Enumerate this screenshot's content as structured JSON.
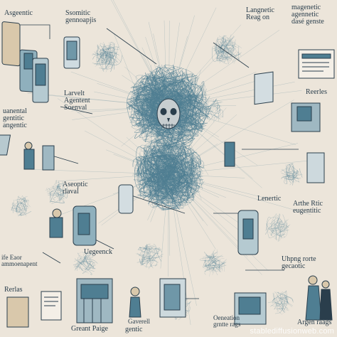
{
  "colors": {
    "background": "#ece5da",
    "ink": "#2a3e4c",
    "teal": "#4f7e92",
    "light_teal": "#a9c1c9",
    "tan": "#d9c8ab"
  },
  "labels": {
    "top_left_a": "Asgeentic",
    "top_left_b": "Ssomitic\ngennoapjis",
    "top_right_a": "Langnetic\nReag on",
    "top_right_b": "magenetic\nagennetic\ndasé genste",
    "mid_left": "Larvelt\nAgentent\n  Soenval",
    "left": "uanental\ngentitic\n angentic",
    "right_a": "Reerles",
    "mid_left_b": "Aseoptic\n  rlaval",
    "right_b": "Lenertic",
    "right_c": "Arthe Rtic\neugentitic",
    "bottom_left_a": "ife Eaor\nammoenapent",
    "bottom_left_b": "Uegeenck",
    "bottom_right": "Uhpng rorte\ngecaotic",
    "bottom_a": "Rerlas",
    "bottom_b": "Greant Paige",
    "bottom_c": "Gaverell",
    "bottom_d": "gentic",
    "bottom_e": "Oeneation\ngrntte rags",
    "bottom_f": "Argen raags"
  },
  "watermark": "stablediffusionweb.com"
}
